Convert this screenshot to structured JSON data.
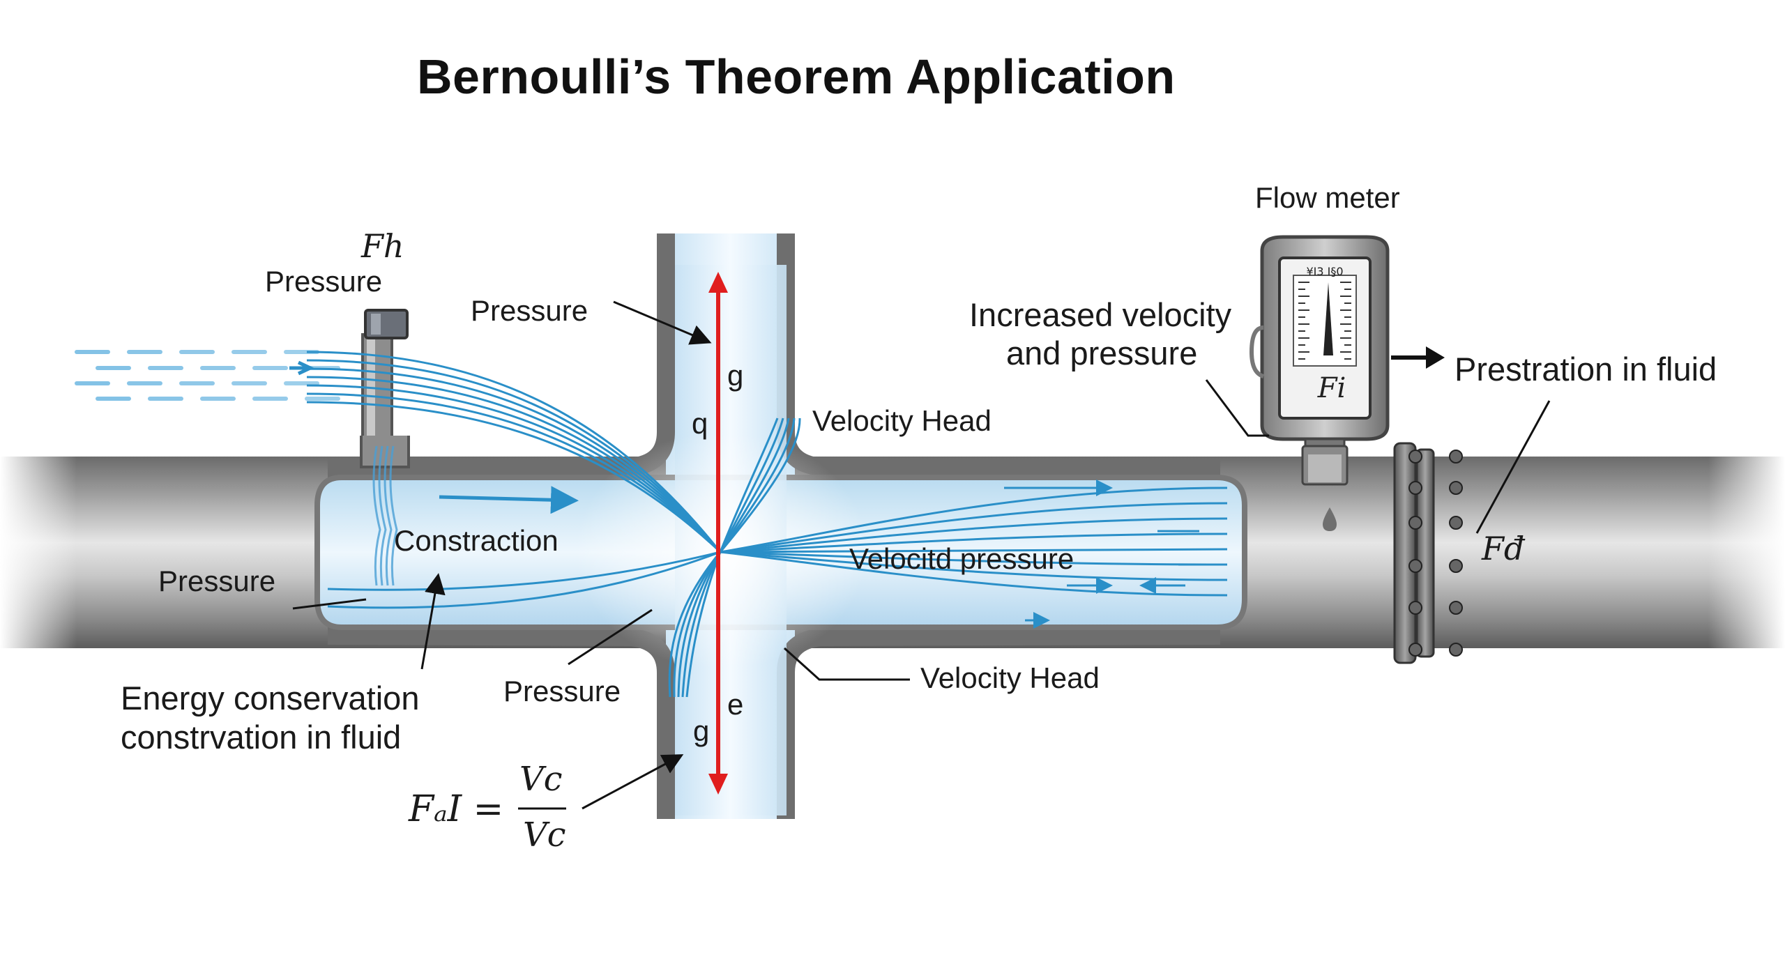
{
  "title": "Bernoulli’s Theorem Application",
  "labels": {
    "fh_symbol": "Fh",
    "pressure_inlet": "Pressure",
    "pressure_upper": "Pressure",
    "pressure_left": "Pressure",
    "pressure_lower": "Pressure",
    "constraction": "Constraction",
    "velocity_head_upper": "Velocity Head",
    "velocity_head_lower": "Velocity Head",
    "velocity_pressure": "Velocitd pressure",
    "energy_line1": "Energy conservation",
    "energy_line2": "constrvation in fluid",
    "flow_meter": "Flow meter",
    "increased_line1": "Increased velocity",
    "increased_line2": "and pressure",
    "prestration": "Prestration in fluid",
    "fd_symbol": "Fđ",
    "g_upper": "g",
    "q_upper": "q",
    "e_lower": "e",
    "g_lower": "g",
    "meter_face_text": "¥I3 I§0",
    "meter_symbol": "Fi"
  },
  "formula": {
    "lhs": "FₐI =",
    "numerator": "Vc",
    "denominator": "Vc"
  },
  "colors": {
    "pipe_dark": "#5a5a5a",
    "pipe_light": "#d9d9d9",
    "water": "#cfe6f5",
    "stream": "#2a8fc8",
    "red_arrow": "#e01e1e"
  }
}
